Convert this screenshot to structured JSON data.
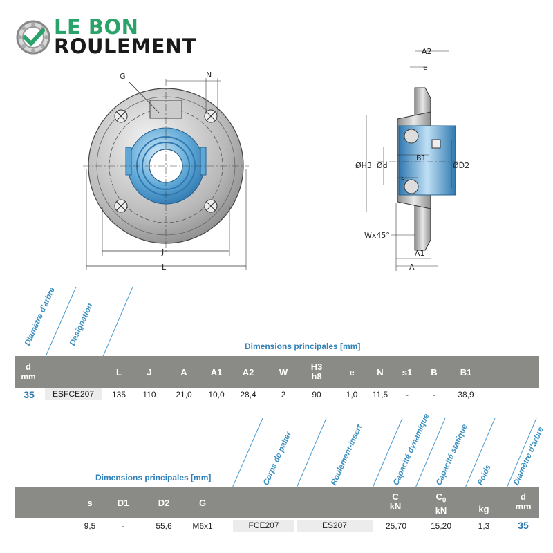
{
  "logo": {
    "line1": "LE BON",
    "line2": "ROULEMENT"
  },
  "drawing": {
    "front_labels": {
      "g": "G",
      "n": "N",
      "j": "J",
      "l": "L"
    },
    "side_labels": {
      "a2": "A2",
      "e": "e",
      "h3": "ØH3",
      "d": "Ød",
      "b1": "B1",
      "d2": "ØD2",
      "s": "s",
      "w": "Wx45°",
      "a1": "A1",
      "a": "A"
    }
  },
  "table1": {
    "diag_labels": [
      "Diamètre d'arbre",
      "Désignation"
    ],
    "section_title": "Dimensions principales [mm]",
    "first_header": {
      "line1": "d",
      "line2": "mm"
    },
    "headers": [
      {
        "l1": "L",
        "l2": ""
      },
      {
        "l1": "J",
        "l2": ""
      },
      {
        "l1": "A",
        "l2": ""
      },
      {
        "l1": "A1",
        "l2": ""
      },
      {
        "l1": "A2",
        "l2": ""
      },
      {
        "l1": "W",
        "l2": ""
      },
      {
        "l1": "H3",
        "l2": "h8"
      },
      {
        "l1": "e",
        "l2": ""
      },
      {
        "l1": "N",
        "l2": ""
      },
      {
        "l1": "s1",
        "l2": ""
      },
      {
        "l1": "B",
        "l2": ""
      },
      {
        "l1": "B1",
        "l2": ""
      }
    ],
    "row": {
      "d": "35",
      "designation": "ESFCE207",
      "values": [
        "135",
        "110",
        "21,0",
        "10,0",
        "28,4",
        "2",
        "90",
        "1,0",
        "11,5",
        "-",
        "-",
        "38,9"
      ]
    }
  },
  "table2": {
    "section_title": "Dimensions principales [mm]",
    "diag_labels": [
      "Corps de palier",
      "Roulement-insert",
      "Capacité dynamique",
      "Capacité statique",
      "Poids",
      "Diamètre d'arbre"
    ],
    "headers": [
      {
        "l1": "s",
        "l2": ""
      },
      {
        "l1": "D1",
        "l2": ""
      },
      {
        "l1": "D2",
        "l2": ""
      },
      {
        "l1": "G",
        "l2": ""
      },
      {
        "l1": "",
        "l2": ""
      },
      {
        "l1": "",
        "l2": ""
      },
      {
        "l1": "C",
        "l2": "kN"
      },
      {
        "l1": "C",
        "sub": "0",
        "l2": "kN"
      },
      {
        "l1": "",
        "l2": "kg"
      },
      {
        "l1": "d",
        "l2": "mm"
      }
    ],
    "row": {
      "values": [
        "9,5",
        "-",
        "55,6",
        "M6x1"
      ],
      "housing": "FCE207",
      "insert": "ES207",
      "c": "25,70",
      "c0": "15,20",
      "weight": "1,3",
      "d": "35"
    }
  }
}
